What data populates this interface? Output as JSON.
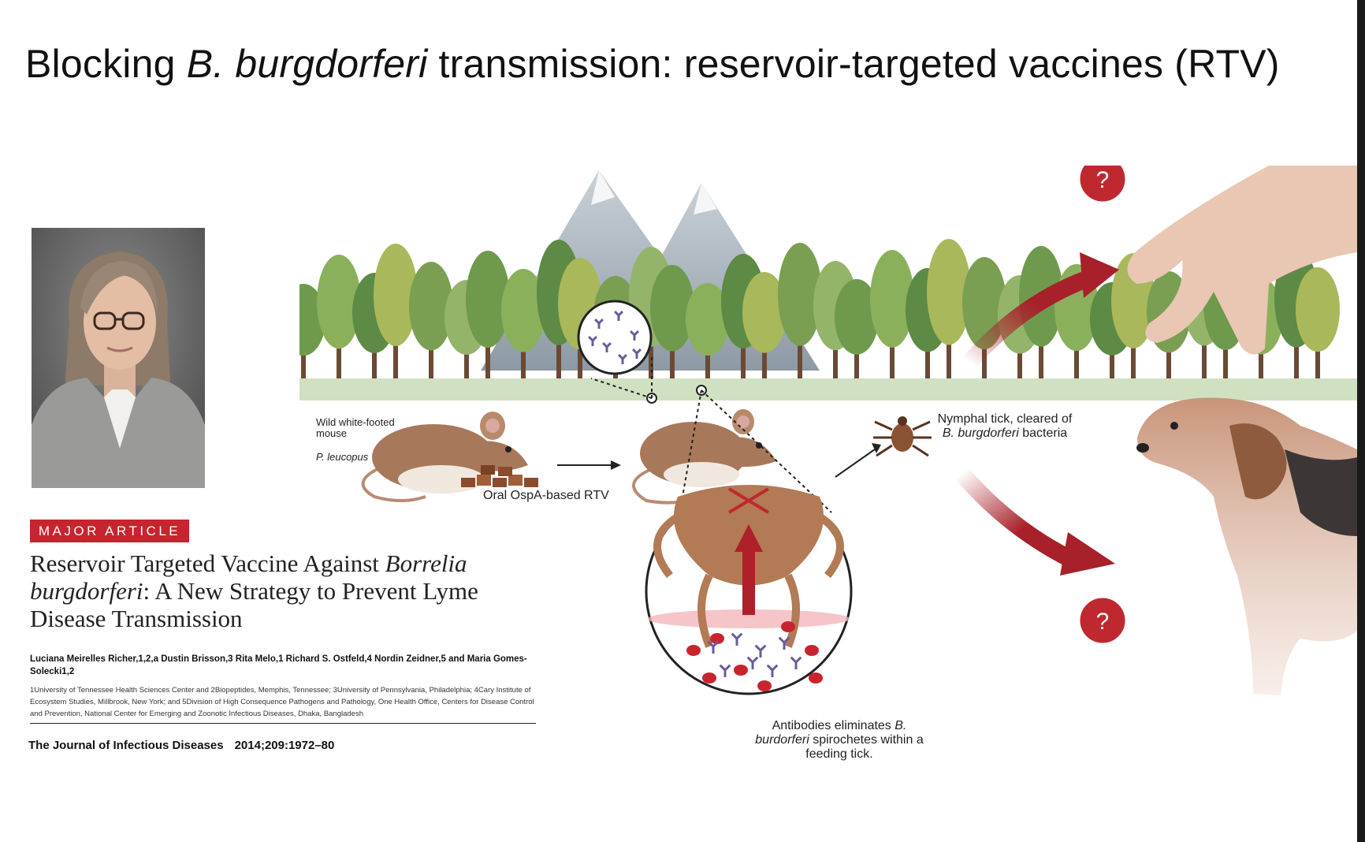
{
  "slide": {
    "title_prefix": "Blocking ",
    "title_italic": "B. burgdorferi",
    "title_suffix": " transmission: reservoir-targeted vaccines (RTV)"
  },
  "article": {
    "badge": "MAJOR ARTICLE",
    "title_part1": "Reservoir Targeted Vaccine Against ",
    "title_italic1": "Borrelia",
    "title_italic2": "burgdorferi",
    "title_part2": ": A New Strategy to Prevent Lyme Disease Transmission",
    "authors": "Luciana Meirelles Richer,1,2,a Dustin Brisson,3 Rita Melo,1 Richard S. Ostfeld,4 Nordin Zeidner,5 and Maria Gomes-Solecki1,2",
    "affiliations": "1University of Tennessee Health Sciences Center and 2Biopeptides, Memphis, Tennessee; 3University of Pennsylvania, Philadelphia; 4Cary Institute of Ecosystem Studies, Millbrook, New York; and 5Division of High Consequence Pathogens and Pathology, One Health Office, Centers for Disease Control and Prevention, National Center for Emerging and Zoonotic Infectious Diseases, Dhaka, Bangladesh",
    "journal": "The Journal of Infectious Diseases",
    "citation": "2014;209:1972–80"
  },
  "diagram": {
    "mouse_label": "Wild white-footed mouse",
    "species_label": "P. leucopus",
    "rtv_label": "Oral OspA-based RTV",
    "nymph_line1": "Nymphal tick, cleared of",
    "nymph_italic": "B. burgdorferi",
    "nymph_line2_suffix": " bacteria",
    "antibody_prefix": "Antibodies eliminates ",
    "antibody_italic1": "B.",
    "antibody_italic2": "burdorferi",
    "antibody_suffix": " spirochetes within a feeding tick.",
    "question_mark": "?"
  },
  "colors": {
    "accent_red": "#c8242f",
    "arrow_red": "#a8202a",
    "mouse_brown": "#a7795a",
    "tick_brown": "#b27a55",
    "forest_green": "#6f9a4e"
  }
}
